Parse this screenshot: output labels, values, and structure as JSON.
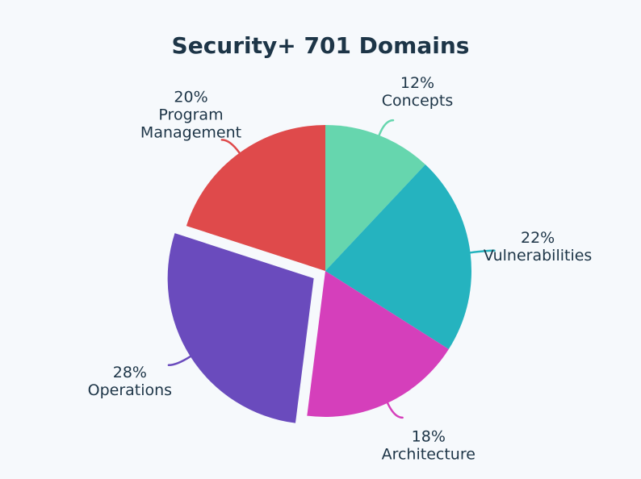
{
  "chart_data": {
    "type": "pie",
    "title": "Security+ 701 Domains",
    "slices": [
      {
        "name": "Concepts",
        "value": 12,
        "percent_label": "12%",
        "label_lines": [
          "Concepts"
        ],
        "color": "#66d6ae",
        "exploded": false,
        "label_side": "right"
      },
      {
        "name": "Vulnerabilities",
        "value": 22,
        "percent_label": "22%",
        "label_lines": [
          "Vulnerabilities"
        ],
        "color": "#25b3bf",
        "exploded": false,
        "label_side": "right"
      },
      {
        "name": "Architecture",
        "value": 18,
        "percent_label": "18%",
        "label_lines": [
          "Architecture"
        ],
        "color": "#d53fbb",
        "exploded": false,
        "label_side": "right"
      },
      {
        "name": "Operations",
        "value": 28,
        "percent_label": "28%",
        "label_lines": [
          "Operations"
        ],
        "color": "#6a4bbd",
        "exploded": true,
        "label_side": "left"
      },
      {
        "name": "Program Management",
        "value": 20,
        "percent_label": "20%",
        "label_lines": [
          "Program",
          "Management"
        ],
        "color": "#df4a4b",
        "exploded": false,
        "label_side": "left"
      }
    ],
    "legend": "none",
    "start_angle": "12 o'clock",
    "direction": "clockwise"
  }
}
